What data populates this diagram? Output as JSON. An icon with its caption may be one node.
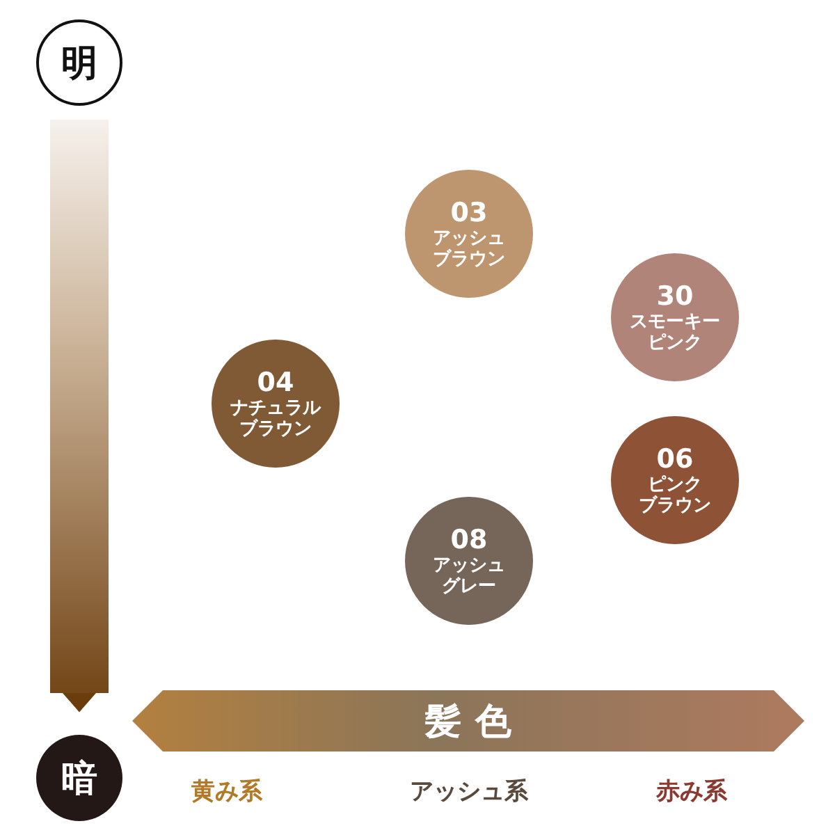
{
  "diagram": {
    "nodes": [
      {
        "text": [
          "明"
        ]
      },
      {
        "text": [
          "03",
          "アッシュブラウン"
        ]
      },
      {
        "text": [
          "30",
          "スモーキーピンク"
        ]
      },
      {
        "text": [
          "04",
          "ナチュラルブラウン"
        ]
      },
      {
        "text": [
          "06",
          "ピンクブラウン"
        ]
      },
      {
        "text": [
          "08",
          "アッシュグレー"
        ]
      },
      {
        "text": [
          "髪色"
        ]
      },
      {
        "text": [
          "暗"
        ]
      }
    ],
    "edges": [
      {
        "from": 0,
        "to": 7,
        "arrow": "to"
      }
    ],
    "labels": [
      "黄み系",
      "アッシュ系",
      "赤み系"
    ]
  }
}
